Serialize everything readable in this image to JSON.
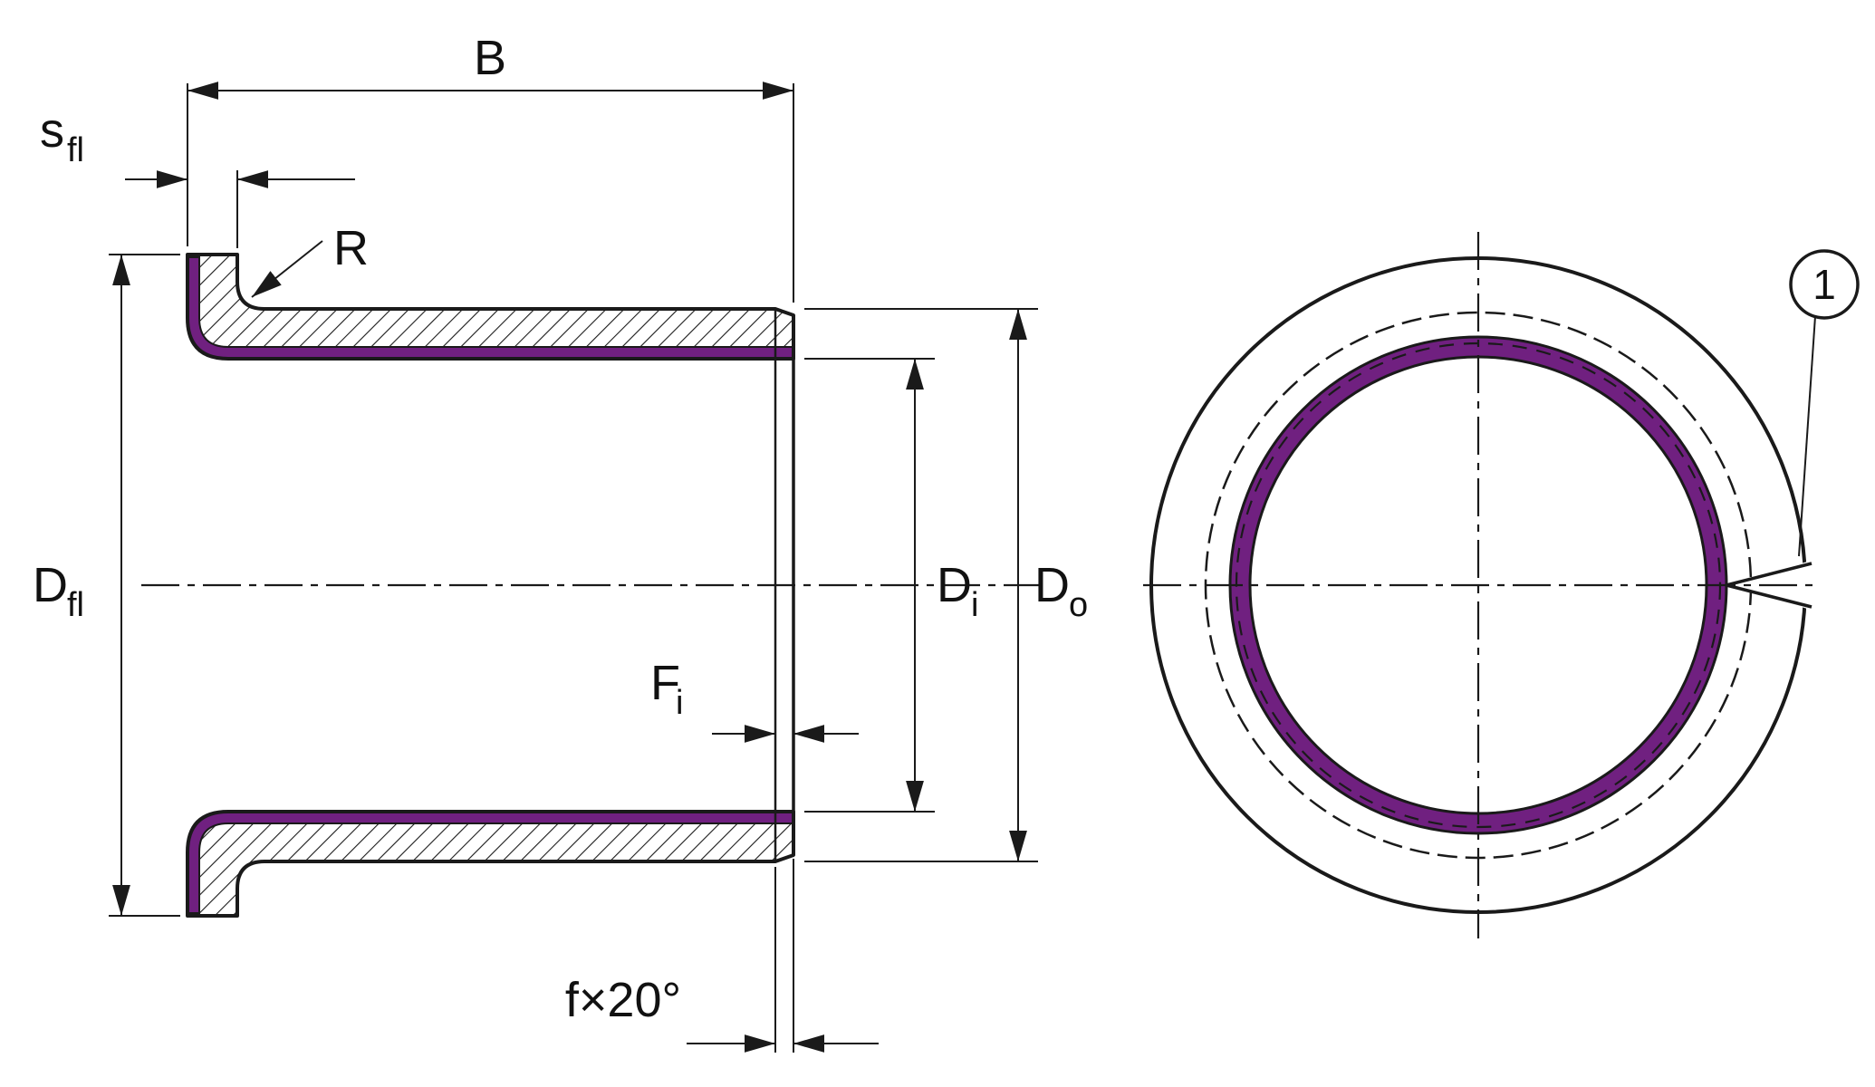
{
  "drawing": {
    "description": "Flanged wrapped plain bushing - sectioned side view and front view",
    "colors": {
      "liner": "#702080",
      "line": "#1a1a1a",
      "background": "#ffffff"
    },
    "dimensions": {
      "width": {
        "main": "B",
        "sub": ""
      },
      "flange_thickness": {
        "main": "s",
        "sub": "fl"
      },
      "flange_radius": {
        "main": "R",
        "sub": ""
      },
      "flange_diameter": {
        "main": "D",
        "sub": "fl"
      },
      "bore_face": {
        "main": "F",
        "sub": "i"
      },
      "inner_diameter": {
        "main": "D",
        "sub": "i"
      },
      "outer_diameter": {
        "main": "D",
        "sub": "o"
      },
      "chamfer": {
        "main": "f×20°",
        "sub": ""
      }
    },
    "callouts": {
      "split_joint": "1"
    }
  }
}
